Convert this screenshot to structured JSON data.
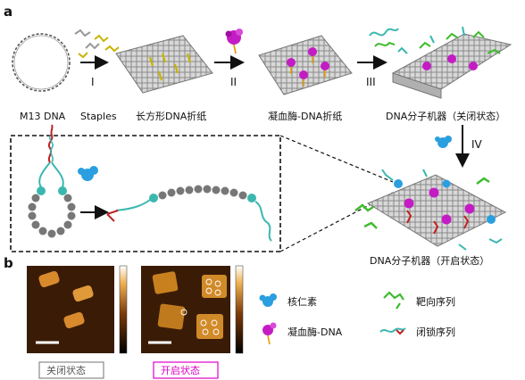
{
  "panel_a_label": "a",
  "panel_b_label": "b",
  "workflow": {
    "labels": [
      "M13 DNA",
      "Staples",
      "长方形DNA折纸",
      "凝血酶-DNA折纸",
      "DNA分子机器（关闭状态）",
      "DNA分子机器（开启状态）"
    ],
    "steps": [
      "I",
      "II",
      "III",
      "IV"
    ]
  },
  "legend": {
    "items": [
      "核仁素",
      "凝血酶-DNA",
      "靶向序列",
      "闭锁序列"
    ]
  },
  "afm": {
    "closed_label": "关闭状态",
    "open_label": "开启状态",
    "colors": {
      "closed_border": "#888888",
      "open_border": "#e000c8",
      "open_text": "#e000c8",
      "closed_text": "#555555"
    }
  },
  "colors": {
    "thrombin": "#c41cc4",
    "nucleolin": "#2a9fe0",
    "target": "#3cbc2c",
    "lock": "#3ab8b0",
    "staple": "#c8b400",
    "origami": "#9a9a9a"
  }
}
